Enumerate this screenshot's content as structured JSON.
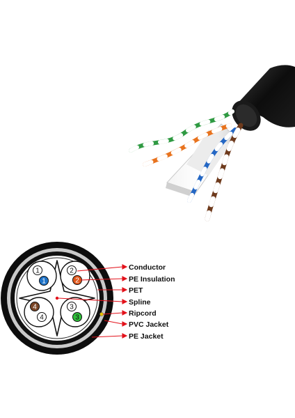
{
  "colors": {
    "jacket": "#111111",
    "pvc_layer": "#c9c9c9",
    "pet_layer": "#ffffff",
    "callout_red": "#e3121b",
    "pair_blue": "#1e73c8",
    "pair_orange": "#e0561a",
    "pair_brown": "#7a4526",
    "pair_green": "#2fbf3a",
    "ripcord_dot": "#e6c200"
  },
  "cross_section": {
    "pairs": [
      {
        "white_number": "1",
        "colored_number": "1",
        "color": "blue"
      },
      {
        "white_number": "2",
        "colored_number": "2",
        "color": "orange"
      },
      {
        "white_number": "3",
        "colored_number": "3",
        "color": "green"
      },
      {
        "white_number": "4",
        "colored_number": "4",
        "color": "brown"
      }
    ]
  },
  "callouts": [
    "Conductor",
    "PE Insulation",
    "PET",
    "Spline",
    "Ripcord",
    "PVC Jacket",
    "PE Jacket"
  ],
  "cable_photo": {
    "wire_colors": [
      "green",
      "orange",
      "blue",
      "brown"
    ],
    "spline": "white separator",
    "jacket": "black"
  }
}
